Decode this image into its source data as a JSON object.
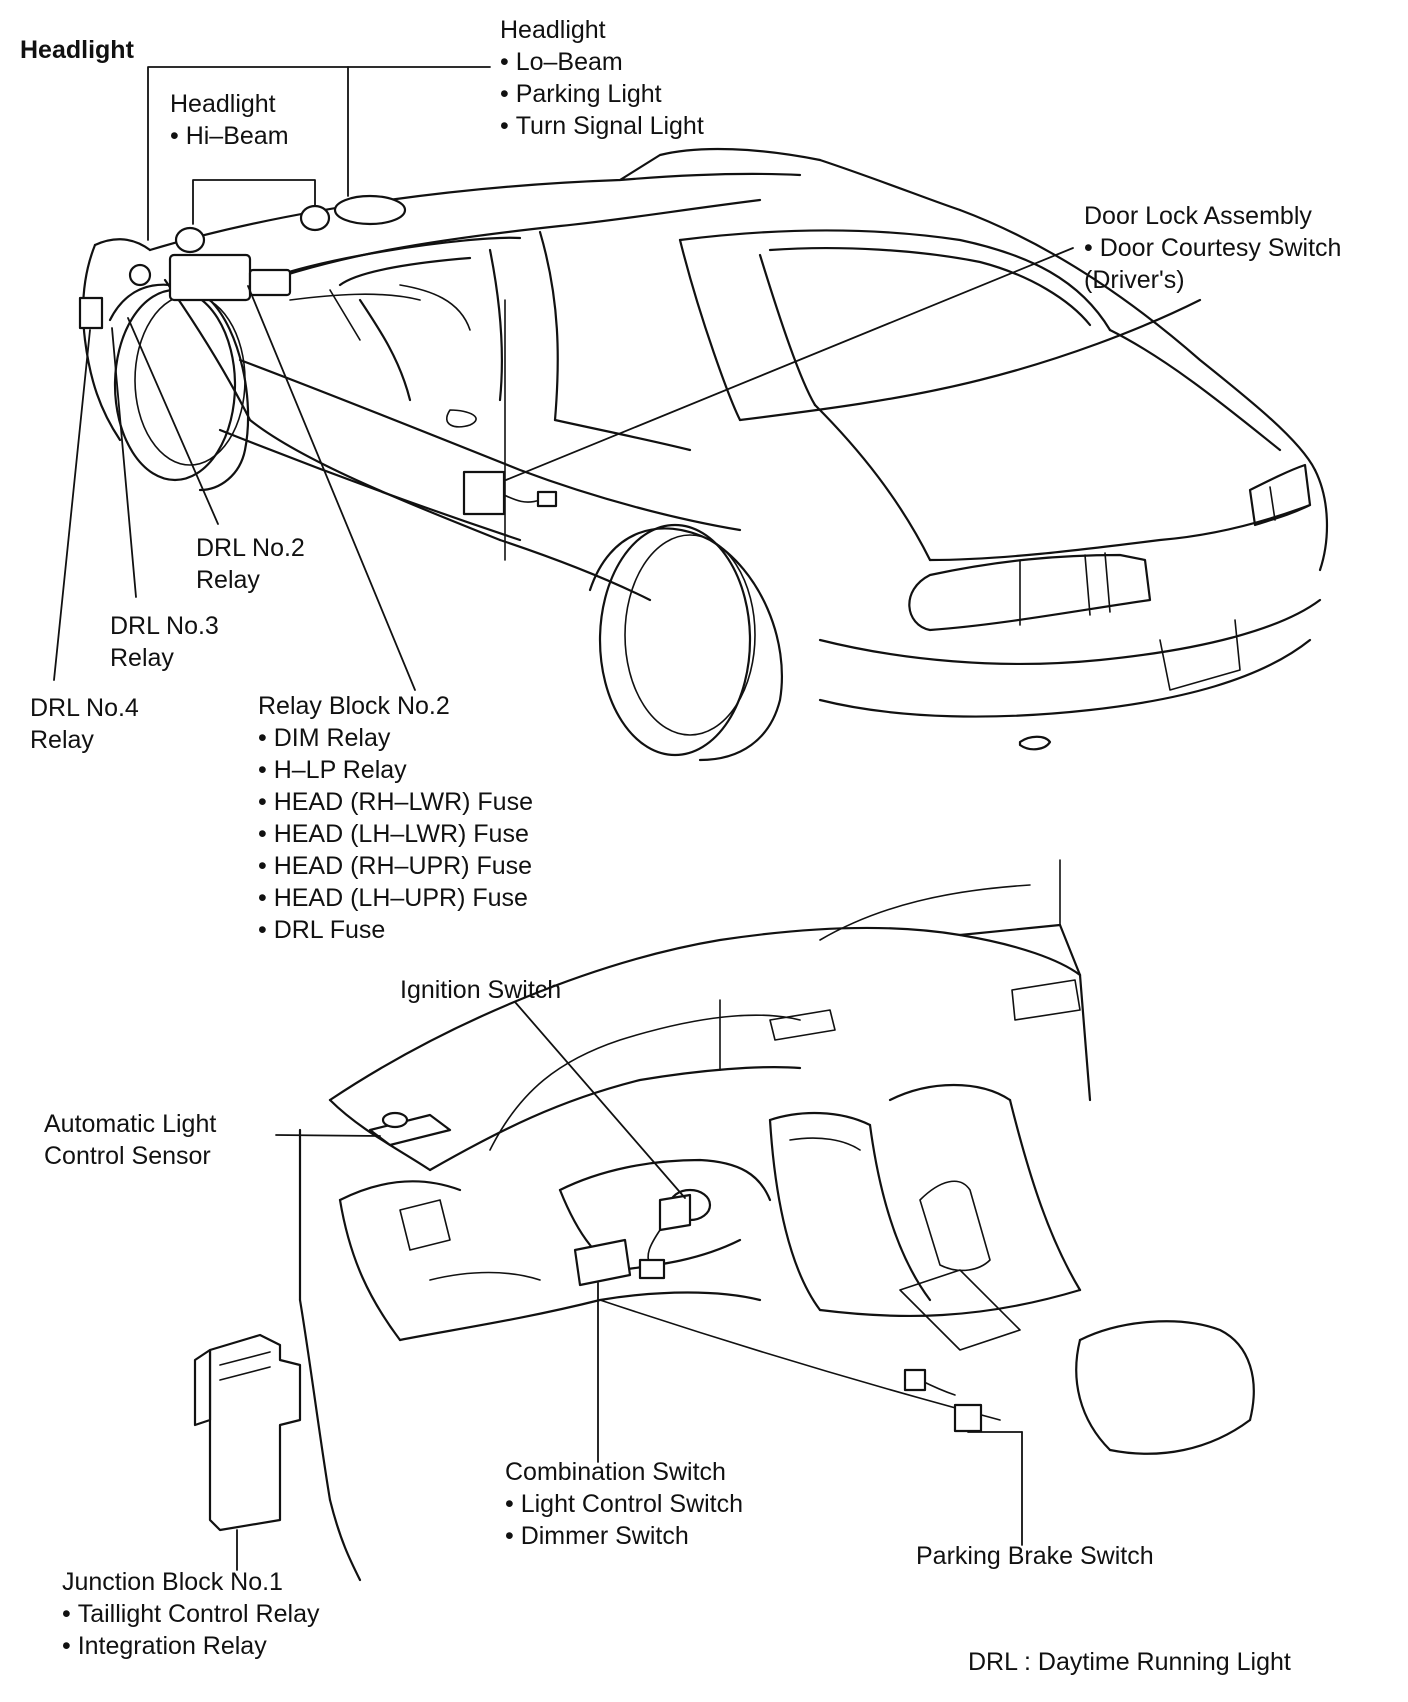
{
  "title": "Headlight",
  "callouts": {
    "headlight_lo": {
      "heading": "Headlight",
      "items": [
        "Lo–Beam",
        "Parking Light",
        "Turn Signal Light"
      ]
    },
    "headlight_hi": {
      "heading": "Headlight",
      "items": [
        "Hi–Beam"
      ]
    },
    "door_lock": {
      "heading": "Door Lock Assembly",
      "items": [
        "Door Courtesy Switch"
      ],
      "note": "(Driver's)"
    },
    "drl2": {
      "lines": [
        "DRL No.2",
        "Relay"
      ]
    },
    "drl3": {
      "lines": [
        "DRL No.3",
        "Relay"
      ]
    },
    "drl4": {
      "lines": [
        "DRL No.4",
        "Relay"
      ]
    },
    "relay_block": {
      "heading": "Relay Block No.2",
      "items": [
        "DIM Relay",
        "H–LP Relay",
        "HEAD (RH–LWR) Fuse",
        "HEAD (LH–LWR) Fuse",
        "HEAD (RH–UPR) Fuse",
        "HEAD (LH–UPR) Fuse",
        "DRL Fuse"
      ]
    },
    "ignition": {
      "heading": "Ignition Switch"
    },
    "auto_light": {
      "lines": [
        "Automatic Light",
        "Control Sensor"
      ]
    },
    "combination": {
      "heading": "Combination Switch",
      "items": [
        "Light Control Switch",
        "Dimmer Switch"
      ]
    },
    "parking_brake": {
      "heading": "Parking Brake Switch"
    },
    "junction": {
      "heading": "Junction Block No.1",
      "items": [
        "Taillight Control Relay",
        "Integration Relay"
      ]
    }
  },
  "footnote": "DRL : Daytime Running Light"
}
